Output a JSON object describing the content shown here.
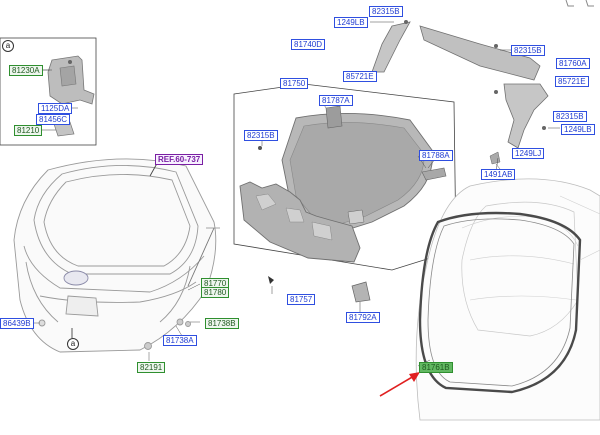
{
  "detail_marker": "a",
  "labels": {
    "l_81230A": "81230A",
    "l_1125DA": "1125DA",
    "l_81456C": "81456C",
    "l_81210": "81210",
    "l_ref": "REF.60-737",
    "l_81770": "81770",
    "l_81780": "81780",
    "l_86439B": "86439B",
    "l_81738A": "81738A",
    "l_81738B": "81738B",
    "l_82191": "82191",
    "l_82315B_top": "82315B",
    "l_1249LB_top": "1249LB",
    "l_81740D": "81740D",
    "l_85721E_l": "85721E",
    "l_82315B_r1": "82315B",
    "l_81760A": "81760A",
    "l_85721E_r": "85721E",
    "l_82315B_r2": "82315B",
    "l_1249LB_r": "1249LB",
    "l_1249LJ": "1249LJ",
    "l_1491AB": "1491AB",
    "l_81750": "81750",
    "l_81787A": "81787A",
    "l_82315B_mid": "82315B",
    "l_81788A": "81788A",
    "l_81757": "81757",
    "l_81792A": "81792A",
    "l_weatherstrip": "81761B"
  }
}
